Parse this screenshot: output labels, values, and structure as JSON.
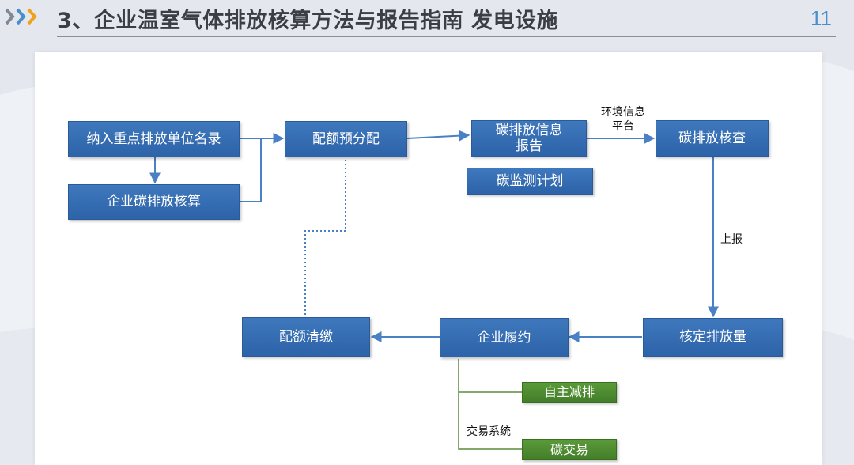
{
  "header": {
    "title": "3、企业温室气体排放核算方法与报告指南 发电设施",
    "page_number": "11"
  },
  "colors": {
    "node_blue": "#3a72b8",
    "node_green": "#4f8c31",
    "accent": "#4a8fc9"
  },
  "icons": {
    "header_chevrons": "triple-chevron-right-icon"
  },
  "nodes": {
    "key_list": "纳入重点排放单位名录",
    "enterprise_accounting": "企业碳排放核算",
    "quota_pre_allocation": "配额预分配",
    "emission_report": "碳排放信息报告",
    "monitoring_plan": "碳监测计划",
    "emission_verification": "碳排放核查",
    "confirm_emissions": "核定排放量",
    "enterprise_compliance": "企业履约",
    "quota_settlement": "配额清缴",
    "self_reduction": "自主减排",
    "carbon_trading": "碳交易"
  },
  "edge_labels": {
    "env_platform_line1": "环境信息",
    "env_platform_line2": "平台",
    "report_up": "上报",
    "trading_system": "交易系统"
  }
}
